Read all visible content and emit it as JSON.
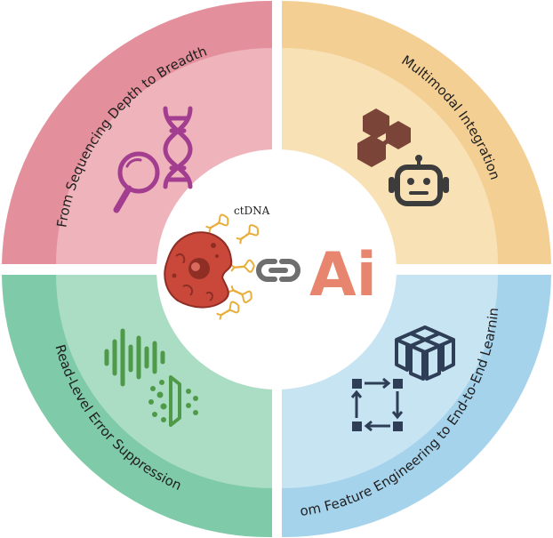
{
  "quadrants": [
    {
      "id": "top-left",
      "label": "From Sequencing Depth to Breadth",
      "outer_color": "#e3909c",
      "inner_color": "#eeb3bb",
      "icons": [
        "magnifier-icon",
        "dna-icon"
      ]
    },
    {
      "id": "top-right",
      "label": "Multimodal Integration",
      "outer_color": "#f4cf94",
      "inner_color": "#f8e2b5",
      "icons": [
        "hexagon-network-icon",
        "robot-icon"
      ]
    },
    {
      "id": "bottom-left",
      "label": "Read-Level Error Suppression",
      "outer_color": "#7fcaa8",
      "inner_color": "#abdcc4",
      "icons": [
        "waveform-icon",
        "dots-filter-icon"
      ]
    },
    {
      "id": "bottom-right",
      "label": "From Feature Engineering to End-to-End Learning",
      "outer_color": "#a6d3ec",
      "inner_color": "#c7e4f3",
      "icons": [
        "cubes-icon",
        "flow-loop-icon"
      ]
    }
  ],
  "center": {
    "ctdna_label": "ctDNA",
    "ai_label": "Ai",
    "icons": [
      "tumor-cell-icon",
      "dna-fragment-icon",
      "link-icon"
    ]
  },
  "colors": {
    "magenta_icon": "#a23d8f",
    "brown_icon": "#7a4538",
    "dark_icon": "#3c3c3c",
    "green_icon": "#4f9a48",
    "navy_icon": "#2e3e57",
    "cell_red": "#c9483a",
    "dna_gold": "#e9ad3a",
    "ai_orange": "#e8856f"
  }
}
